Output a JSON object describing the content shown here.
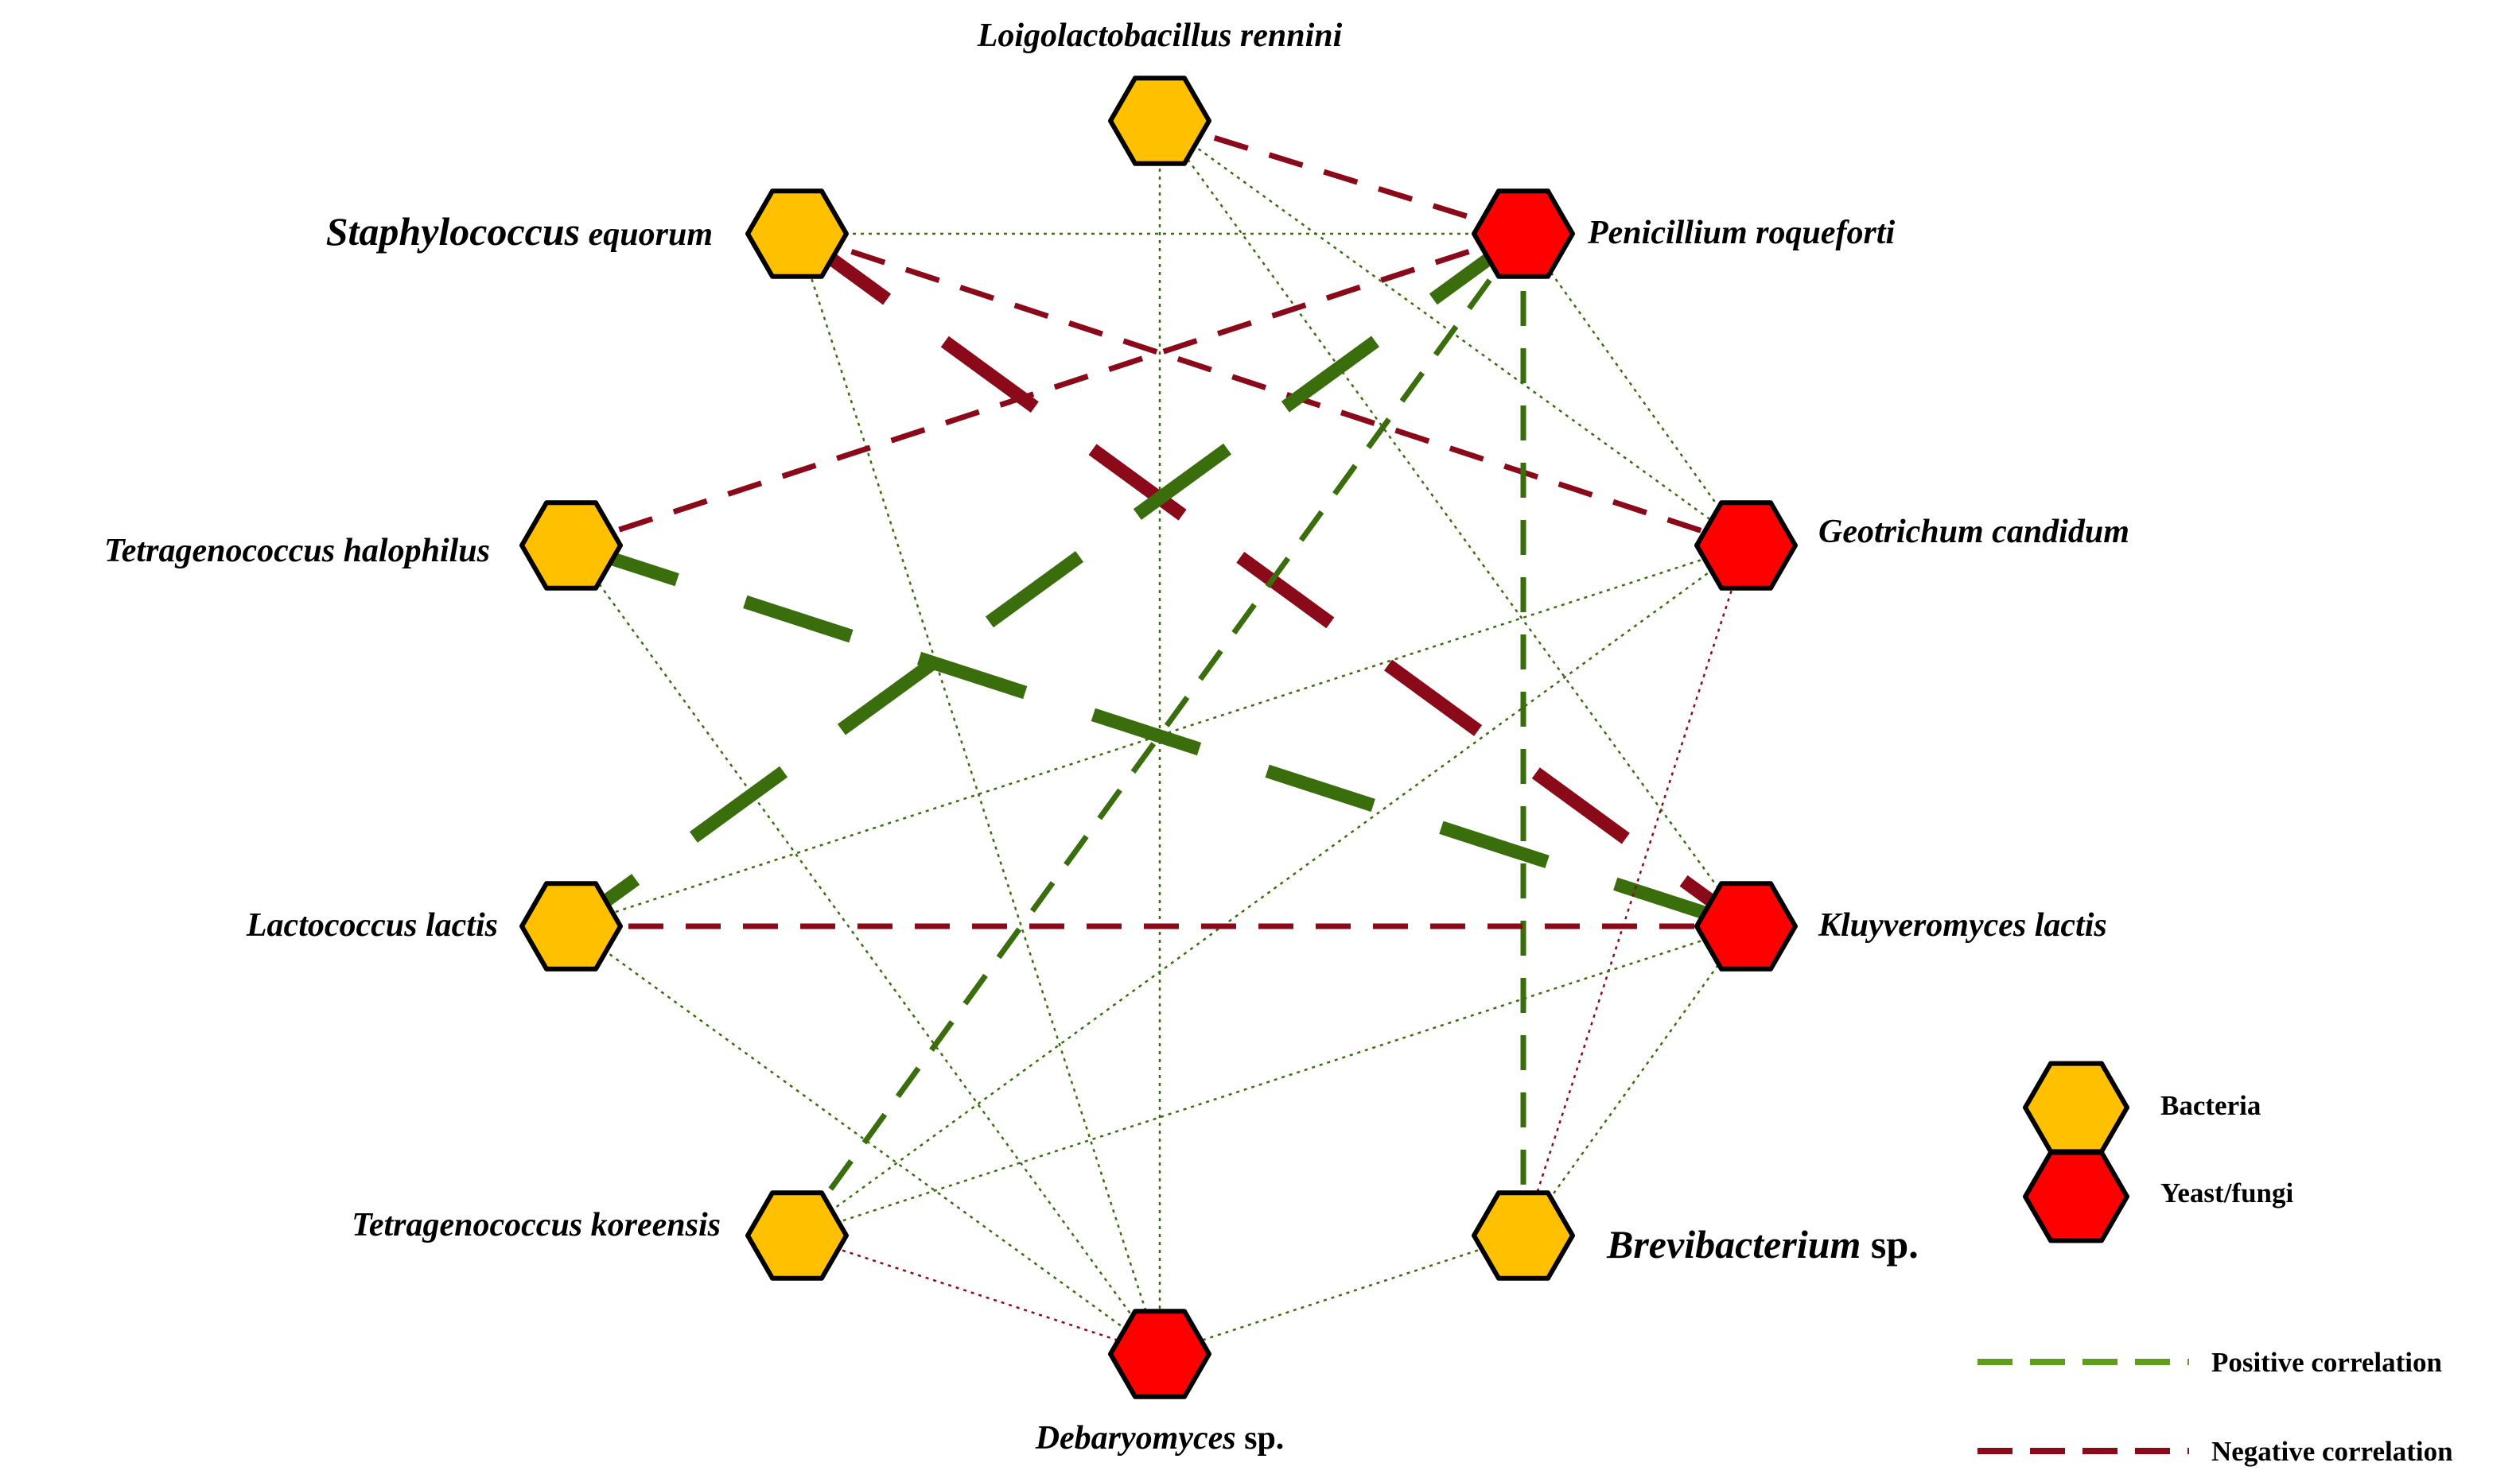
{
  "colors": {
    "bacteria": "#FFC000",
    "fungi": "#FF0000",
    "positive": "#3A6E0C",
    "negative": "#8B0A1A",
    "node_outline": "#000000"
  },
  "nodes": [
    {
      "id": "lrennini",
      "kind": "bacteria",
      "label_parts": [
        {
          "text": "Loigolactobacillus  rennini",
          "italic": true
        }
      ]
    },
    {
      "id": "sequorum",
      "kind": "bacteria",
      "label_parts": [
        {
          "text": "Staphylococcus",
          "italic": true,
          "big": true
        },
        {
          "text": " equorum",
          "italic": true
        }
      ]
    },
    {
      "id": "proqueforti",
      "kind": "fungi",
      "label_parts": [
        {
          "text": "Penicillium  roqueforti",
          "italic": true
        }
      ]
    },
    {
      "id": "thalophilus",
      "kind": "bacteria",
      "label_parts": [
        {
          "text": "Tetragenococcus  halophilus",
          "italic": true
        }
      ]
    },
    {
      "id": "gcandidum",
      "kind": "fungi",
      "label_parts": [
        {
          "text": "Geotrichum candidum",
          "italic": true
        }
      ]
    },
    {
      "id": "llactis",
      "kind": "bacteria",
      "label_parts": [
        {
          "text": "Lactococcus lactis",
          "italic": true
        }
      ]
    },
    {
      "id": "klactis",
      "kind": "fungi",
      "label_parts": [
        {
          "text": "Kluyveromyces lactis",
          "italic": true
        }
      ]
    },
    {
      "id": "tkoreensis",
      "kind": "bacteria",
      "label_parts": [
        {
          "text": "Tetragenococcus  koreensis",
          "italic": true
        }
      ]
    },
    {
      "id": "brevibacterium",
      "kind": "bacteria",
      "label_parts": [
        {
          "text": "Brevibacterium",
          "italic": true,
          "big": true
        },
        {
          "text": " sp.",
          "italic": false,
          "big": true
        }
      ]
    },
    {
      "id": "debaryomyces",
      "kind": "fungi",
      "label_parts": [
        {
          "text": "Debaryomyces",
          "italic": true
        },
        {
          "text": " sp.",
          "italic": false
        }
      ]
    }
  ],
  "edges": [
    {
      "from": "lrennini",
      "to": "proqueforti",
      "sign": "negative",
      "strength": "medium"
    },
    {
      "from": "lrennini",
      "to": "debaryomyces",
      "sign": "positive",
      "strength": "weak"
    },
    {
      "from": "lrennini",
      "to": "gcandidum",
      "sign": "positive",
      "strength": "weak"
    },
    {
      "from": "lrennini",
      "to": "klactis",
      "sign": "positive",
      "strength": "weak"
    },
    {
      "from": "sequorum",
      "to": "proqueforti",
      "sign": "positive",
      "strength": "weak"
    },
    {
      "from": "sequorum",
      "to": "debaryomyces",
      "sign": "positive",
      "strength": "weak"
    },
    {
      "from": "sequorum",
      "to": "klactis",
      "sign": "negative",
      "strength": "strong"
    },
    {
      "from": "sequorum",
      "to": "gcandidum",
      "sign": "negative",
      "strength": "medium"
    },
    {
      "from": "proqueforti",
      "to": "tkoreensis",
      "sign": "positive",
      "strength": "medium"
    },
    {
      "from": "proqueforti",
      "to": "llactis",
      "sign": "positive",
      "strength": "strong"
    },
    {
      "from": "proqueforti",
      "to": "thalophilus",
      "sign": "negative",
      "strength": "medium"
    },
    {
      "from": "proqueforti",
      "to": "brevibacterium",
      "sign": "positive",
      "strength": "medium"
    },
    {
      "from": "proqueforti",
      "to": "gcandidum",
      "sign": "positive",
      "strength": "weak"
    },
    {
      "from": "thalophilus",
      "to": "klactis",
      "sign": "positive",
      "strength": "strong"
    },
    {
      "from": "thalophilus",
      "to": "debaryomyces",
      "sign": "positive",
      "strength": "weak"
    },
    {
      "from": "gcandidum",
      "to": "llactis",
      "sign": "positive",
      "strength": "weak"
    },
    {
      "from": "gcandidum",
      "to": "tkoreensis",
      "sign": "positive",
      "strength": "weak"
    },
    {
      "from": "gcandidum",
      "to": "brevibacterium",
      "sign": "negative",
      "strength": "weak"
    },
    {
      "from": "llactis",
      "to": "klactis",
      "sign": "negative",
      "strength": "medium"
    },
    {
      "from": "llactis",
      "to": "debaryomyces",
      "sign": "positive",
      "strength": "weak"
    },
    {
      "from": "klactis",
      "to": "tkoreensis",
      "sign": "positive",
      "strength": "weak"
    },
    {
      "from": "klactis",
      "to": "brevibacterium",
      "sign": "positive",
      "strength": "weak"
    },
    {
      "from": "tkoreensis",
      "to": "debaryomyces",
      "sign": "negative",
      "strength": "weak"
    },
    {
      "from": "brevibacterium",
      "to": "debaryomyces",
      "sign": "positive",
      "strength": "weak"
    }
  ],
  "legend": {
    "bacteria_label": "Bacteria",
    "fungi_label": "Yeast/fungi",
    "positive_label": "Positive correlation",
    "negative_label": "Negative correlation"
  }
}
